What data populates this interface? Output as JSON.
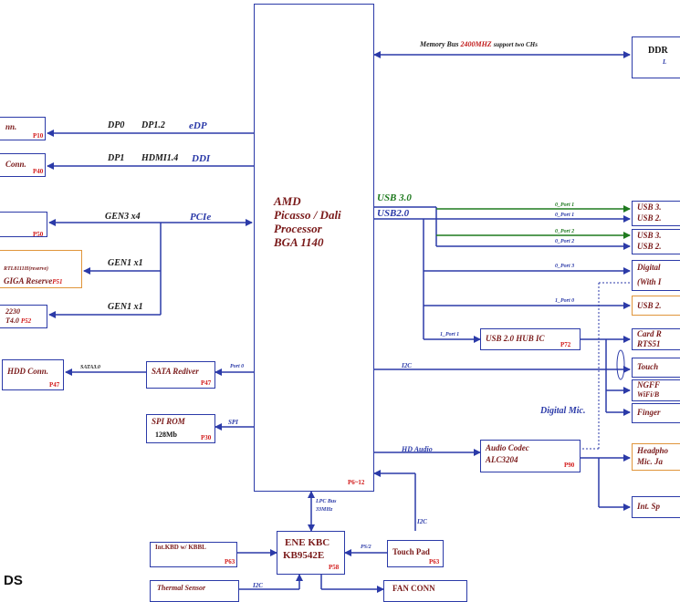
{
  "cpu": {
    "title": [
      "AMD",
      "Picasso / Dali",
      "Processor",
      "BGA 1140"
    ],
    "page": "P6~12"
  },
  "memory": {
    "label": "Memory Bus",
    "speed": "2400MHZ",
    "note": "support two CHs",
    "box": "DDR",
    "page": "L"
  },
  "left_links": {
    "dp0": "DP0",
    "dp12": "DP1.2",
    "edp": "eDP",
    "dp1": "DP1",
    "hdmi": "HDMI1.4",
    "ddi": "DDI",
    "gen3": "GEN3 x4",
    "pcie": "PCIe",
    "gen1a": "GEN1 x1",
    "gen1b": "GEN1 x1"
  },
  "left_boxes": {
    "edp_conn": "nn.",
    "edp_page": "P10",
    "hdmi_conn": "Conn.",
    "hdmi_page": "P40",
    "ssd_page": "P50",
    "lan_1": "RTL8111H(reserve)",
    "lan_2": "GIGA Reserve",
    "lan_page": "P51",
    "m2_1": "2230",
    "m2_2": "T4.0",
    "m2_page": "P52",
    "hdd": "HDD Conn.",
    "hdd_page": "P47",
    "sata": "SATA3.0"
  },
  "sata_rediver": {
    "label": "SATA Rediver",
    "page": "P47",
    "port": "Port 0"
  },
  "spi_rom": {
    "label": "SPI ROM",
    "size": "128Mb",
    "page": "P30",
    "bus": "SPI"
  },
  "usb": {
    "usb30": "USB 3.0",
    "usb20": "USB2.0",
    "ports": [
      "0_Port 1",
      "0_Port 1",
      "0_Port 2",
      "0_Port 2",
      "0_Port 3",
      "1_Port 0",
      "1_Port 1"
    ],
    "right_boxes": [
      "USB 3.",
      "USB 2.",
      "USB 3.",
      "USB 2.",
      "Digital",
      "(With I",
      "USB 2."
    ],
    "hub": "USB 2.0 HUB IC",
    "hub_page": "P72"
  },
  "right_misc": {
    "card_1": "Card R",
    "card_2": "RTS51",
    "i2c": "I2C",
    "touch": "Touch",
    "ngff_1": "NGFF",
    "ngff_2": "WiFi/B",
    "finger": "Finger",
    "digital_mic": "Digital Mic."
  },
  "audio": {
    "bus": "HD Audio",
    "label_1": "Audio Codec",
    "label_2": "ALC3204",
    "page": "P90",
    "hp_1": "Headpho",
    "hp_2": "Mic. Ja",
    "speaker": "Int. Sp"
  },
  "kbc": {
    "label_1": "ENE KBC",
    "label_2": "KB9542E",
    "page": "P58",
    "lpc_1": "LPC Bus",
    "lpc_2": "33MHz",
    "ps2": "PS/2",
    "i2c": "I2C"
  },
  "touchpad": {
    "label": "Touch Pad",
    "page": "P63"
  },
  "intkbd": {
    "label": "Int.KBD w/ KBBL",
    "page": "P63"
  },
  "thermal": {
    "label": "Thermal Sensor",
    "bus": "I2C"
  },
  "fan": {
    "label": "FAN CONN"
  },
  "footer": {
    "text": "DS"
  }
}
